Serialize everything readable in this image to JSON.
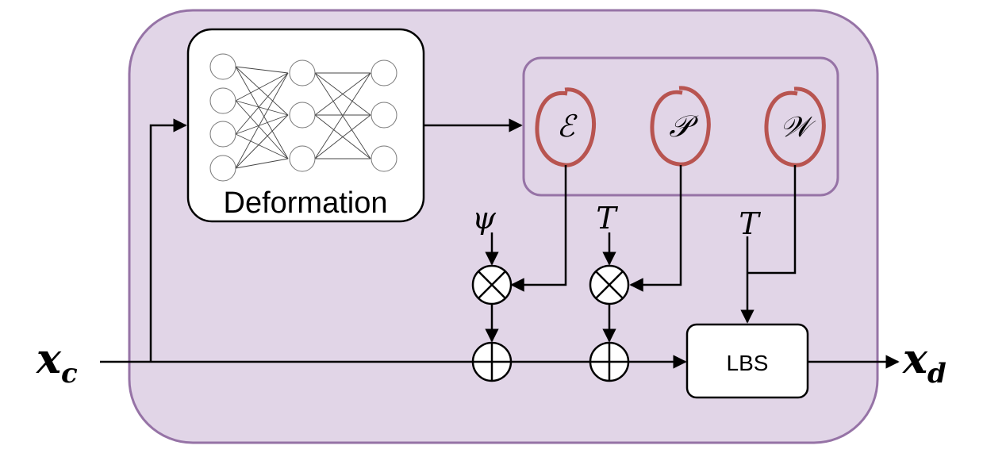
{
  "deformation_block": {
    "label": "Deformation"
  },
  "parameters": {
    "expression_symbol": "ℰ",
    "pose_symbol": "𝒫",
    "weights_symbol": "𝒲"
  },
  "scalars": {
    "psi": "ψ",
    "t_left": "T",
    "t_middle": "T"
  },
  "lbs_block": {
    "label": "LBS"
  },
  "io": {
    "input_base": "x",
    "input_sub": "c",
    "output_base": "x",
    "output_sub": "d"
  },
  "colors": {
    "outer_fill": "#e1d5e7",
    "outer_stroke": "#9673a6",
    "highlight_circle": "#b85450",
    "line": "#000000"
  }
}
